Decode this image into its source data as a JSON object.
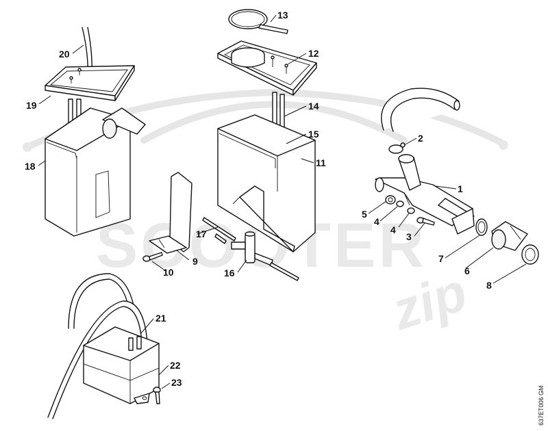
{
  "diagram": {
    "part_numbers": [
      "1",
      "2",
      "3",
      "4",
      "4",
      "5",
      "6",
      "7",
      "8",
      "9",
      "10",
      "11",
      "12",
      "13",
      "14",
      "15",
      "16",
      "17",
      "18",
      "19",
      "20",
      "21",
      "22",
      "23"
    ],
    "drawing_code": "637ET006 GM",
    "watermark": {
      "logo_text": "SCOOTER",
      "script_text": "zip"
    }
  }
}
